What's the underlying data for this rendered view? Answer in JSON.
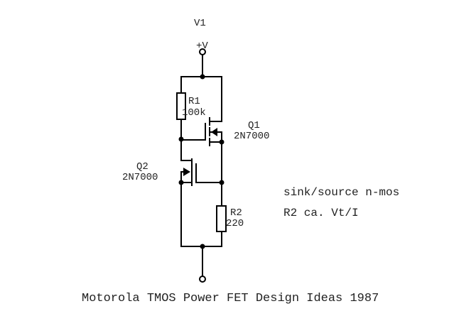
{
  "source": {
    "name": "V1",
    "terminal_label": "+V"
  },
  "components": {
    "r1": {
      "ref": "R1",
      "value": "100k"
    },
    "r2": {
      "ref": "R2",
      "value": "220"
    },
    "q1": {
      "ref": "Q1",
      "part": "2N7000"
    },
    "q2": {
      "ref": "Q2",
      "part": "2N7000"
    }
  },
  "notes": [
    "sink/source n-mos",
    "R2 ca. Vt/I"
  ],
  "footer": "Motorola TMOS Power FET Design Ideas 1987",
  "colors": {
    "background": "#ffffff",
    "ink": "#000000",
    "text": "#222222"
  }
}
